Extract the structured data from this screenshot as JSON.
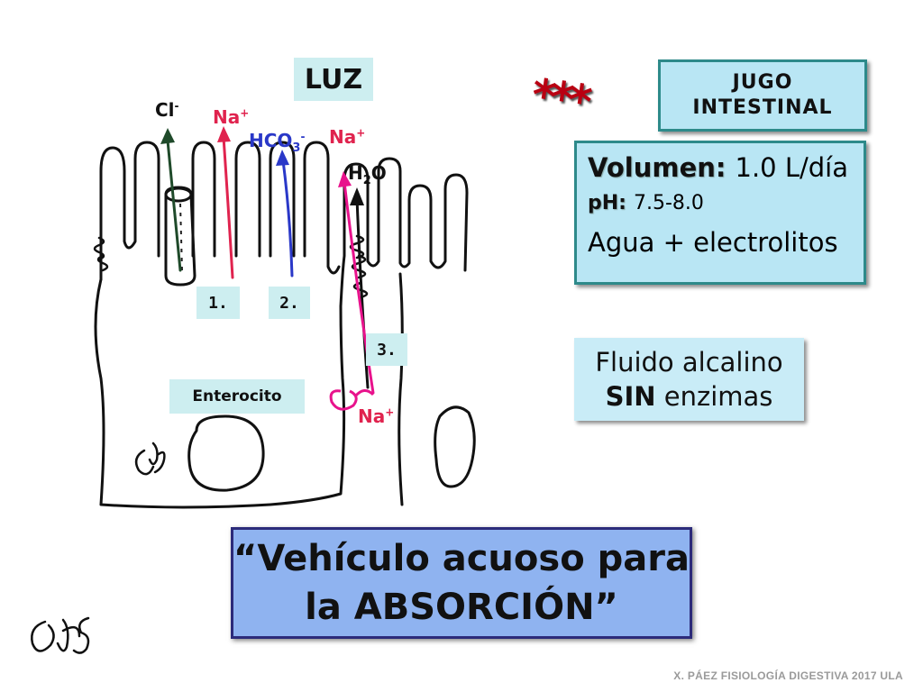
{
  "luz_label": "LUZ",
  "stars": "***",
  "jugo": {
    "line1": "JUGO",
    "line2": "INTESTINAL"
  },
  "properties": {
    "volumen_label": "Volumen:",
    "volumen_value": "1.0 L/día",
    "ph_label": "pH:",
    "ph_value": "7.5-8.0",
    "composition": "Agua + electrolitos"
  },
  "fluido": {
    "line1": "Fluido alcalino",
    "line2_bold": "SIN",
    "line2_rest": " enzimas"
  },
  "ions": {
    "cl": "Cl",
    "cl_sup": "-",
    "na1": "Na",
    "na1_sup": "+",
    "hco3": "HCO",
    "hco3_sub": "3",
    "hco3_sup": "-",
    "na2": "Na",
    "na2_sup": "+",
    "h2o_h": "H",
    "h2o_sub": "2",
    "h2o_o": "O",
    "na3": "Na",
    "na3_sup": "+"
  },
  "transporter_labels": {
    "t1": "1.",
    "t2": "2.",
    "t3": "3."
  },
  "cell_label": "Enterocito",
  "vehiculo": {
    "line1": "“Vehículo acuoso para",
    "line2": "la ABSORCIÓN”"
  },
  "footer": "X. PÁEZ   FISIOLOGÍA DIGESTIVA 2017  ULA",
  "colors": {
    "red": "#e0234e",
    "blue": "#2a38c8",
    "green_dark": "#1f4a2a",
    "magenta": "#e8128c"
  }
}
